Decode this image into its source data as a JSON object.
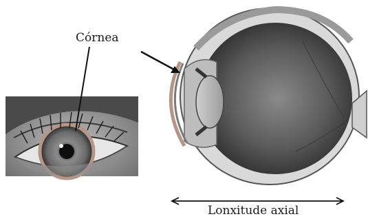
{
  "labels": {
    "cornea": "Córnea",
    "axial_length": "Lonxitude axial"
  },
  "colors": {
    "cornea_highlight": "#b59586",
    "line": "#111111"
  },
  "illustrations": {
    "left": "eye-front-photo",
    "right": "eyeball-cross-section"
  }
}
